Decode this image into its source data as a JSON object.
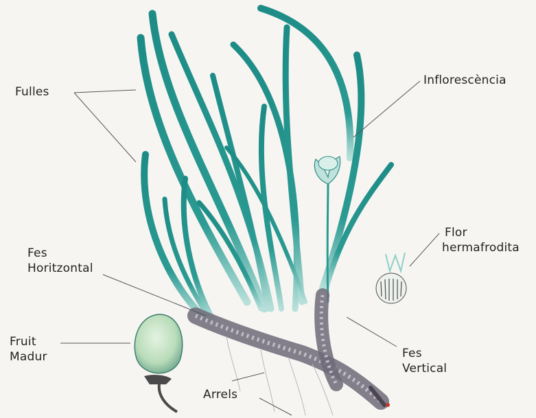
{
  "labels": {
    "fulles": "Fulles",
    "inflorescencia": "Inflorescència",
    "flor_line1": "Flor",
    "flor_line2": "hermafrodita",
    "fes_horitzontal_line1": "Fes",
    "fes_horitzontal_line2": "Horitzontal",
    "fruit_line1": "Fruit",
    "fruit_line2": "Madur",
    "fes_vertical_line1": "Fes",
    "fes_vertical_line2": "Vertical",
    "arrels": "Arrels"
  },
  "colors": {
    "background": "#f6f5f2",
    "leaf_dark": "#1e8c86",
    "leaf_light": "#8fcfc7",
    "rhizome": "#6f6a78",
    "fruit": "#b9dcb9",
    "leader_line": "#555555",
    "text": "#222222"
  }
}
